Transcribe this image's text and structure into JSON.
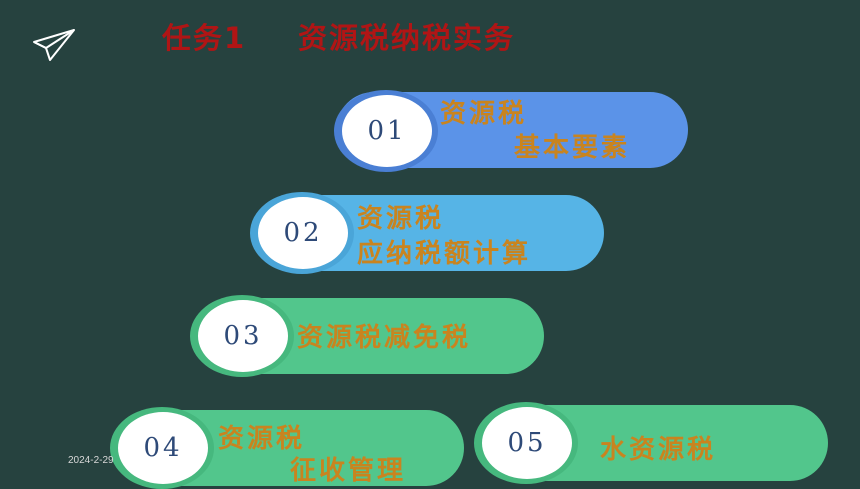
{
  "slide": {
    "title_number": "任务1",
    "title_text": "资源税纳税实务",
    "date": "2024-2-29"
  },
  "items": [
    {
      "number": "01",
      "line1": "资源税",
      "line2": "基本要素"
    },
    {
      "number": "02",
      "line1": "资源税",
      "line2": "应纳税额计算"
    },
    {
      "number": "03",
      "line1": "资源税减免税"
    },
    {
      "number": "04",
      "line1": "资源税",
      "line2": "征收管理"
    },
    {
      "number": "05",
      "line1": "水资源税"
    }
  ],
  "colors": {
    "background": "#26423f",
    "title": "#b01515",
    "label": "#c9841f",
    "pill_blue": "#5b93e8",
    "pill_sky": "#56b4e6",
    "pill_green": "#52c68c"
  }
}
